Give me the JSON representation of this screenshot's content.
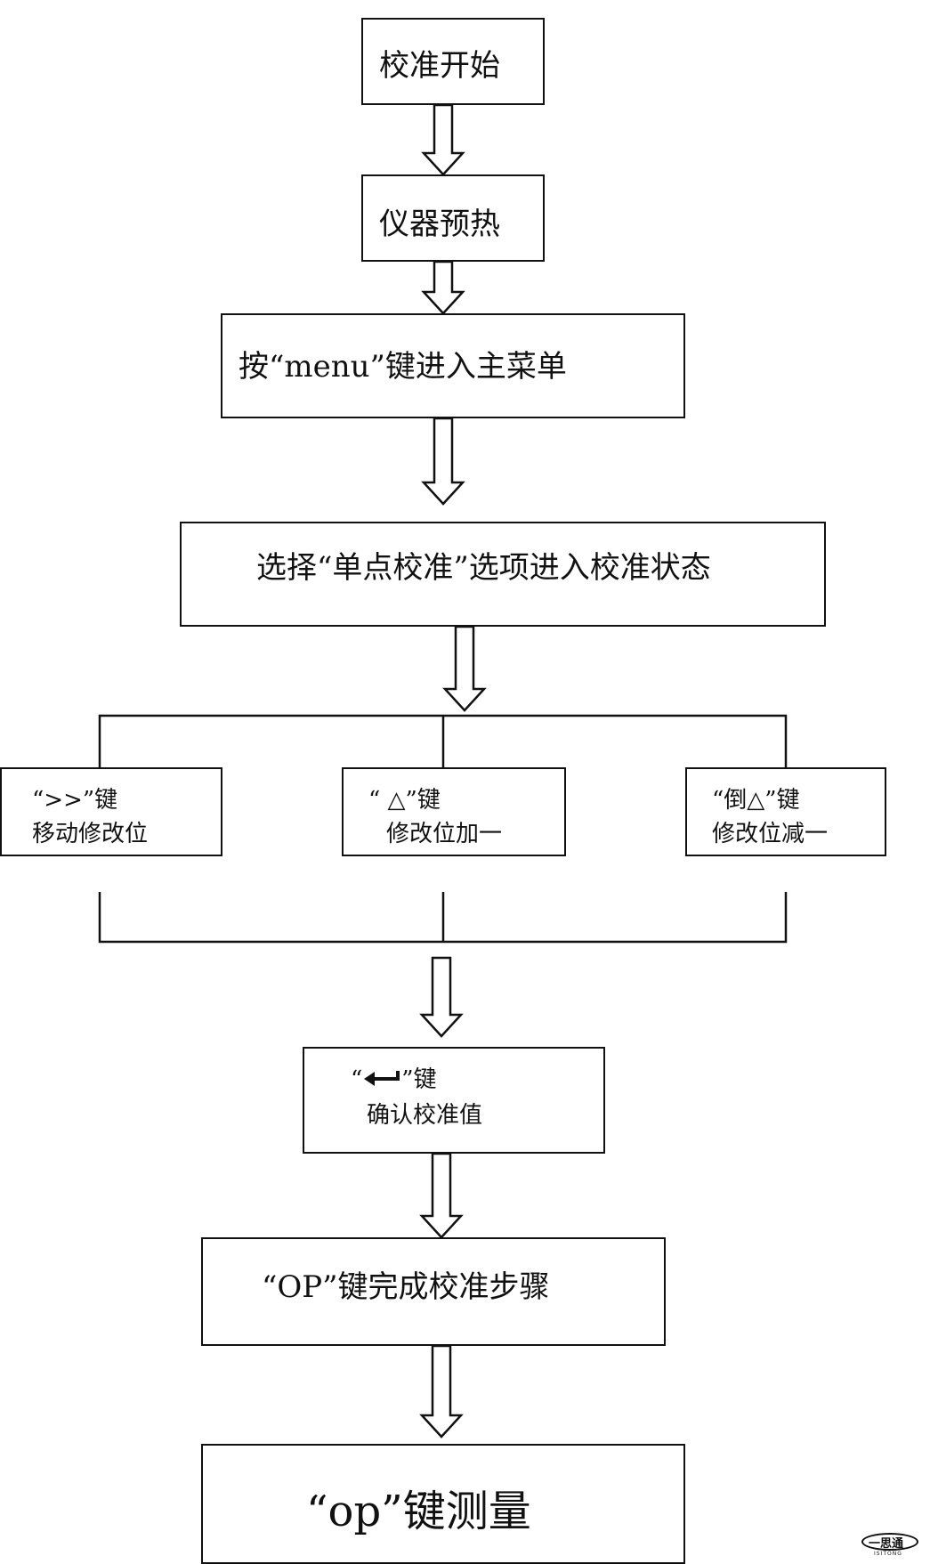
{
  "steps": {
    "start": "校准开始",
    "preheat": "仪器预热",
    "menu": "按“menu”键进入主菜单",
    "select": "选择“单点校准”选项进入校准状态",
    "key_shift": {
      "key": "“>>”键",
      "action": "移动修改位"
    },
    "key_up": {
      "key": "“ △”键",
      "action": "修改位加一"
    },
    "key_down": {
      "key": "“倒△”键",
      "action": "修改位减一"
    },
    "key_enter": {
      "key_open": "“",
      "key_close": "”键",
      "action": "确认校准值"
    },
    "op_finish": "“OP”键完成校准步骤",
    "op_measure": "“op”键测量"
  },
  "watermark": {
    "brand": "一思通",
    "sub": "ISITONG"
  }
}
